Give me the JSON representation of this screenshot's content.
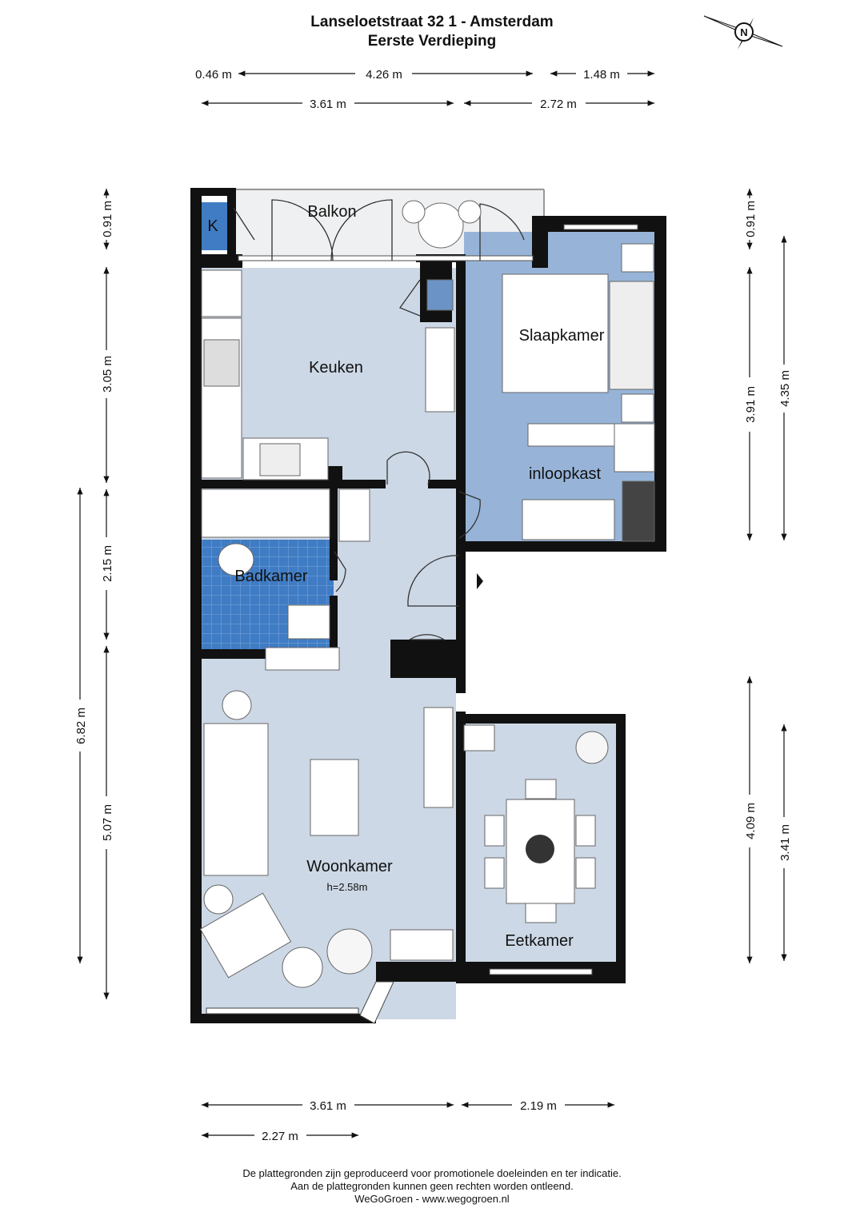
{
  "header": {
    "title": "Lanseloetstraat 32 1 - Amsterdam",
    "subtitle": "Eerste Verdieping"
  },
  "compass": {
    "label": "N",
    "icon": "compass-north-icon"
  },
  "rooms": {
    "balkon": "Balkon",
    "k": "K",
    "keuken": "Keuken",
    "slaapkamer": "Slaapkamer",
    "inloopkast": "inloopkast",
    "badkamer": "Badkamer",
    "woonkamer": "Woonkamer",
    "height": "h=2.58m",
    "eetkamer": "Eetkamer"
  },
  "dimensions": {
    "top_row1": [
      "0.46 m",
      "4.26 m",
      "1.48 m"
    ],
    "top_row2": [
      "3.61 m",
      "2.72 m"
    ],
    "left_outer": [
      "6.82 m"
    ],
    "left_inner": [
      "0.91 m",
      "3.05 m",
      "2.15 m",
      "5.07 m"
    ],
    "right_inner": [
      "0.91 m",
      "3.91 m",
      "4.09 m"
    ],
    "right_outer": [
      "4.35 m",
      "3.41 m"
    ],
    "bottom_row1": [
      "3.61 m",
      "2.19 m"
    ],
    "bottom_row2": [
      "2.27 m"
    ]
  },
  "footer": {
    "line1": "De plattegronden zijn geproduceerd voor promotionele doeleinden en ter indicatie.",
    "line2": "Aan de plattegronden kunnen geen rechten worden ontleend.",
    "line3": "WeGoGroen -  www.wegogroen.nl"
  },
  "colors": {
    "wall": "#111111",
    "floor_light": "#cdd8e6",
    "floor_bedroom": "#97b4d8",
    "tile_blue": "#3f7cc4",
    "balcony": "#eef0f2"
  }
}
